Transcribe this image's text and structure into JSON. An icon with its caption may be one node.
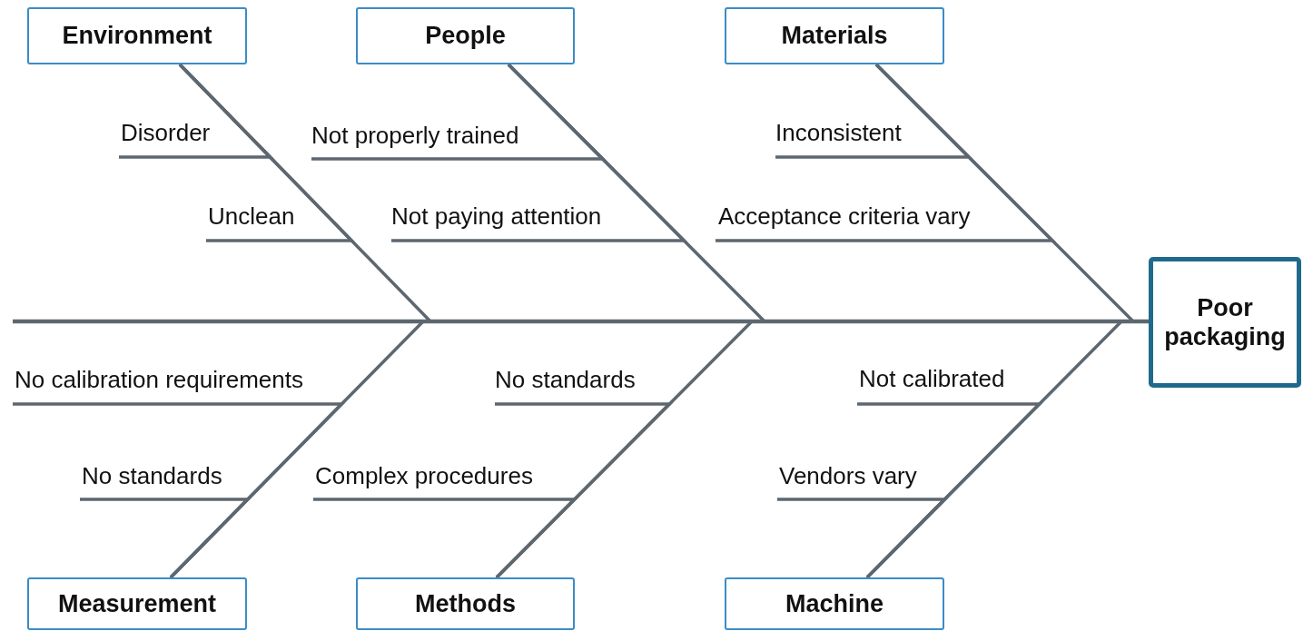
{
  "diagram": {
    "nodes": [
      {
        "text": [
          "Environment"
        ]
      },
      {
        "text": [
          "People"
        ]
      },
      {
        "text": [
          "Materials"
        ]
      },
      {
        "text": [
          "Disorder"
        ]
      },
      {
        "text": [
          "Not properly trained"
        ]
      },
      {
        "text": [
          "Inconsistent"
        ]
      },
      {
        "text": [
          "Unclean"
        ]
      },
      {
        "text": [
          "Not paying attention"
        ]
      },
      {
        "text": [
          "Acceptance criteria vary"
        ]
      },
      {
        "text": [
          "Poor packaging"
        ]
      },
      {
        "text": [
          "No calibration requirements"
        ]
      },
      {
        "text": [
          "No standards"
        ]
      },
      {
        "text": [
          "Not calibrated"
        ]
      },
      {
        "text": [
          "No standards"
        ]
      },
      {
        "text": [
          "Complex procedures"
        ]
      },
      {
        "text": [
          "Vendors vary"
        ]
      },
      {
        "text": [
          "Measurement"
        ]
      },
      {
        "text": [
          "Methods"
        ]
      },
      {
        "text": [
          "Machine"
        ]
      }
    ],
    "edges": [
      {
        "from": 0,
        "to": 9,
        "arrow": "none"
      },
      {
        "from": 1,
        "to": 9,
        "arrow": "none"
      },
      {
        "from": 2,
        "to": 9,
        "arrow": "none"
      },
      {
        "from": 16,
        "to": 9,
        "arrow": "none"
      },
      {
        "from": 17,
        "to": 9,
        "arrow": "none"
      },
      {
        "from": 18,
        "to": 9,
        "arrow": "none"
      },
      {
        "from": null,
        "to": 9,
        "arrow": "none"
      },
      {
        "from": 3,
        "to": 0,
        "arrow": "none"
      },
      {
        "from": 6,
        "to": 0,
        "arrow": "none"
      },
      {
        "from": 4,
        "to": 1,
        "arrow": "none"
      },
      {
        "from": 7,
        "to": 1,
        "arrow": "none"
      },
      {
        "from": 5,
        "to": 2,
        "arrow": "none"
      },
      {
        "from": 8,
        "to": 2,
        "arrow": "none"
      },
      {
        "from": 10,
        "to": 16,
        "arrow": "none"
      },
      {
        "from": 13,
        "to": 16,
        "arrow": "none"
      },
      {
        "from": 11,
        "to": 17,
        "arrow": "none"
      },
      {
        "from": 14,
        "to": 17,
        "arrow": "none"
      },
      {
        "from": 12,
        "to": 18,
        "arrow": "none"
      },
      {
        "from": 15,
        "to": 18,
        "arrow": "none"
      }
    ]
  }
}
